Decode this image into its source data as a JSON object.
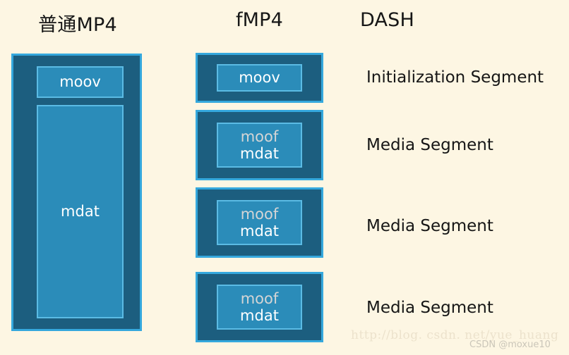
{
  "columns": {
    "mp4_title": "普通MP4",
    "fmp4_title": "fMP4",
    "dash_title": "DASH"
  },
  "mp4": {
    "boxes": [
      {
        "label": "moov"
      },
      {
        "label": "mdat"
      }
    ]
  },
  "fmp4": {
    "segments": [
      {
        "lines": [
          "moov"
        ]
      },
      {
        "lines": [
          "moof",
          "mdat"
        ]
      },
      {
        "lines": [
          "moof",
          "mdat"
        ]
      },
      {
        "lines": [
          "moof",
          "mdat"
        ]
      }
    ]
  },
  "dash": {
    "labels": [
      "Initialization Segment",
      "Media Segment",
      "Media Segment",
      "Media Segment"
    ]
  },
  "watermarks": {
    "url": "http://blog. csdn. net/yue_huang",
    "csdn": "CSDN @moxue10"
  },
  "colors": {
    "background": "#fdf6e3",
    "outer_box_fill": "#1c5e7f",
    "outer_box_border": "#35a8dd",
    "inner_box_fill": "#2b8cb9",
    "inner_box_border": "#5bbbe4",
    "text_dark": "#161616",
    "text_on_box": "#ffffff",
    "text_on_box_dim": "#d5d5d5"
  }
}
